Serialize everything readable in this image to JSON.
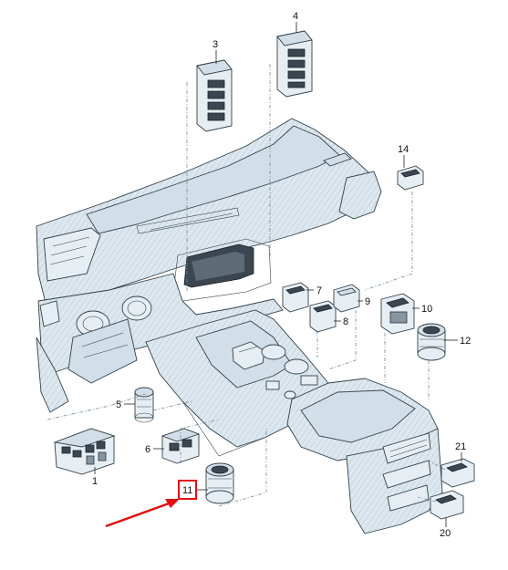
{
  "parts": [
    {
      "id": "p1",
      "label": "1"
    },
    {
      "id": "p3",
      "label": "3"
    },
    {
      "id": "p4",
      "label": "4"
    },
    {
      "id": "p5",
      "label": "5"
    },
    {
      "id": "p6",
      "label": "6"
    },
    {
      "id": "p7",
      "label": "7"
    },
    {
      "id": "p8",
      "label": "8"
    },
    {
      "id": "p9",
      "label": "9"
    },
    {
      "id": "p10",
      "label": "10"
    },
    {
      "id": "p11",
      "label": "11"
    },
    {
      "id": "p12",
      "label": "12"
    },
    {
      "id": "p14",
      "label": "14"
    },
    {
      "id": "p20",
      "label": "20"
    },
    {
      "id": "p21",
      "label": "21"
    }
  ],
  "highlight": {
    "label": "11",
    "color": "#e01010"
  },
  "colors": {
    "line": "#33404a",
    "fill": "#e6eef4",
    "accent": "#e01010"
  }
}
